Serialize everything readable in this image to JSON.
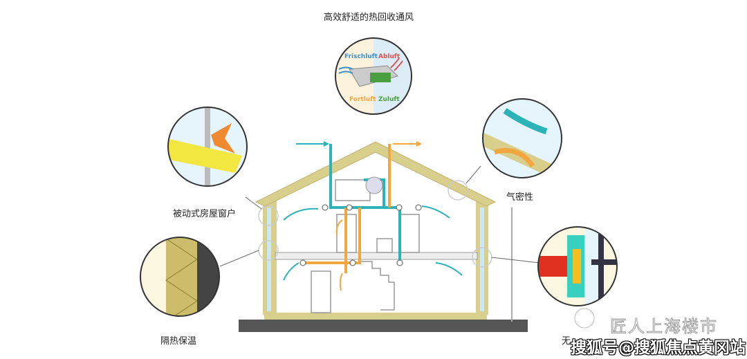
{
  "title": "高效舒适的热回收通风",
  "labels": {
    "windows": "被动式房屋窗户",
    "airtight": "气密性",
    "insulation": "隔热保温",
    "thermal_bridge": "无"
  },
  "hrv": {
    "fresh": "Frischluft",
    "exhaust": "Abluft",
    "outgoing": "Fortluft",
    "supply": "Zuluft"
  },
  "watermark": {
    "line1": "匠人上海楼市",
    "line2": "搜狐号@搜狐焦点黄冈站"
  },
  "colors": {
    "supply": "#f2a640",
    "exhaust": "#2bb3b8",
    "insulation": "#d9cf8c",
    "slab": "#555555"
  }
}
